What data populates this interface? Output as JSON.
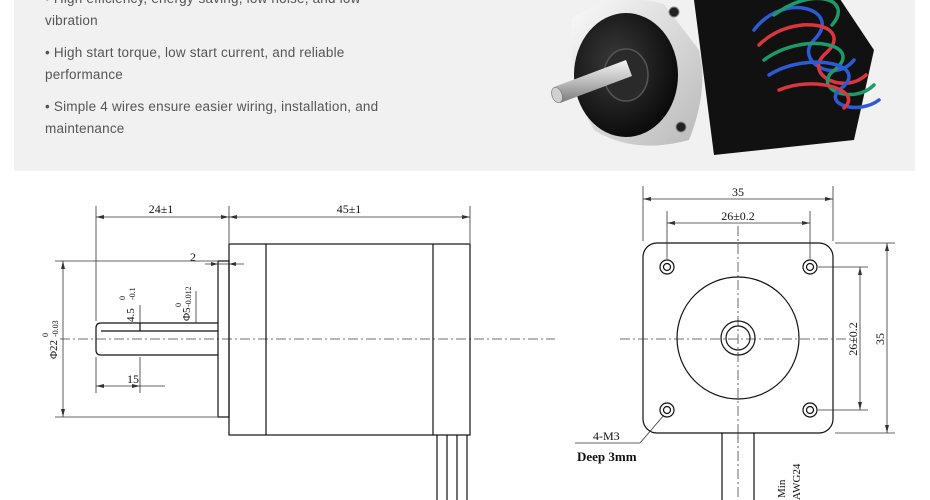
{
  "features": [
    "• High efficiency, energy-saving, low noise, and low",
    "vibration",
    "• High start torque, low start current, and reliable",
    "performance",
    "• Simple 4 wires ensure easier wiring, installation, and",
    "maintenance"
  ],
  "side_view": {
    "dim_shaft_length": "24±1",
    "dim_body_length": "45±1",
    "dim_boss_height": "2",
    "dim_flat_depth": "4.5",
    "dim_flat_depth_tol": "0",
    "dim_flat_depth_tol2": "-0.1",
    "dim_shaft_dia": "Φ5",
    "dim_shaft_dia_tol": "0",
    "dim_shaft_dia_tol2": "-0.012",
    "dim_boss_dia": "Φ22",
    "dim_boss_dia_tol": "0",
    "dim_boss_dia_tol2": "-0.03",
    "dim_flat_length": "15"
  },
  "front_view": {
    "dim_width": "35",
    "dim_hole_spacing_h": "26±0.2",
    "dim_hole_spacing_v": "26±0.2",
    "dim_height": "35",
    "holes_label": "4-M3",
    "holes_depth": "Deep 3mm",
    "lead_length": "Min",
    "wire_gauge": "AWG24"
  },
  "colors": {
    "banner_bg": "#f1f1f1",
    "text": "#555555",
    "wire_blue": "#2d5bd6",
    "wire_red": "#d9363e",
    "wire_green": "#1c9a6a"
  }
}
